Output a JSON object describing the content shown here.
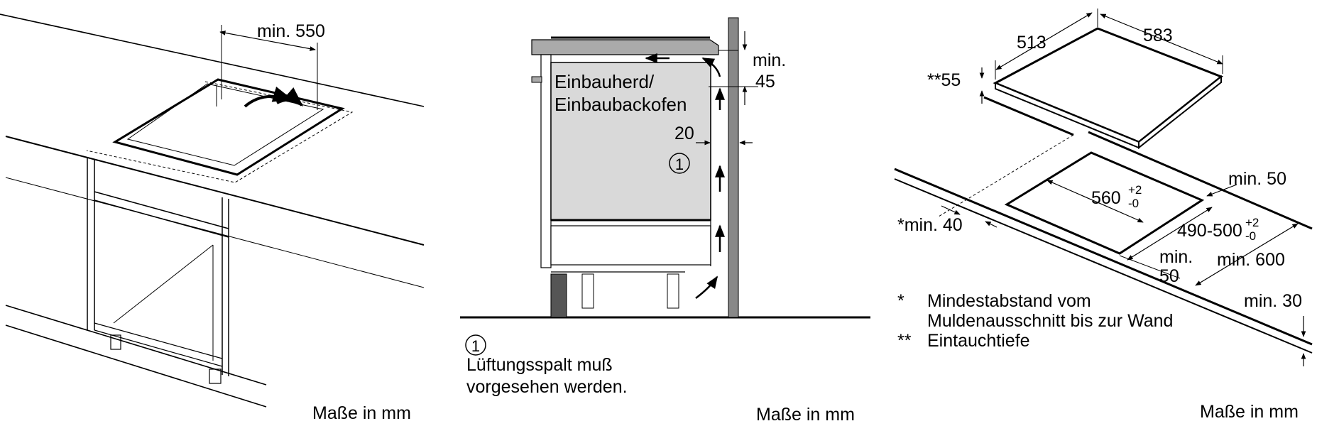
{
  "left_panel": {
    "dim_width": "min. 550",
    "units": "Maße in mm"
  },
  "middle_panel": {
    "dim_gap": "min.",
    "dim_gap_value": "45",
    "appliance_line1": "Einbauherd/",
    "appliance_line2": "Einbaubackofen",
    "dim_side": "20",
    "marker": "1",
    "note_marker": "1",
    "note_line1": "Lüftungsspalt muß",
    "note_line2": "vorgesehen werden.",
    "units": "Maße in mm"
  },
  "right_panel": {
    "dim_depth": "513",
    "dim_width": "583",
    "dim_immersion": "**55",
    "dim_front_edge": "min. 50",
    "cutout_width": "560",
    "cutout_width_tol_upper": "+2",
    "cutout_width_tol_lower": "-0",
    "cutout_depth": "490-500",
    "cutout_depth_tol_upper": "+2",
    "cutout_depth_tol_lower": "-0",
    "dim_wall": "*min. 40",
    "dim_front_line1": "min.",
    "dim_front_line2": "50",
    "dim_counter_depth": "min. 600",
    "dim_thickness": "min. 30",
    "footnote1_marker": "*",
    "footnote1_line1": "Mindestabstand vom",
    "footnote1_line2": "Muldenausschnitt bis zur Wand",
    "footnote2_marker": "**",
    "footnote2_line1": "Eintauchtiefe",
    "units": "Maße in mm"
  }
}
